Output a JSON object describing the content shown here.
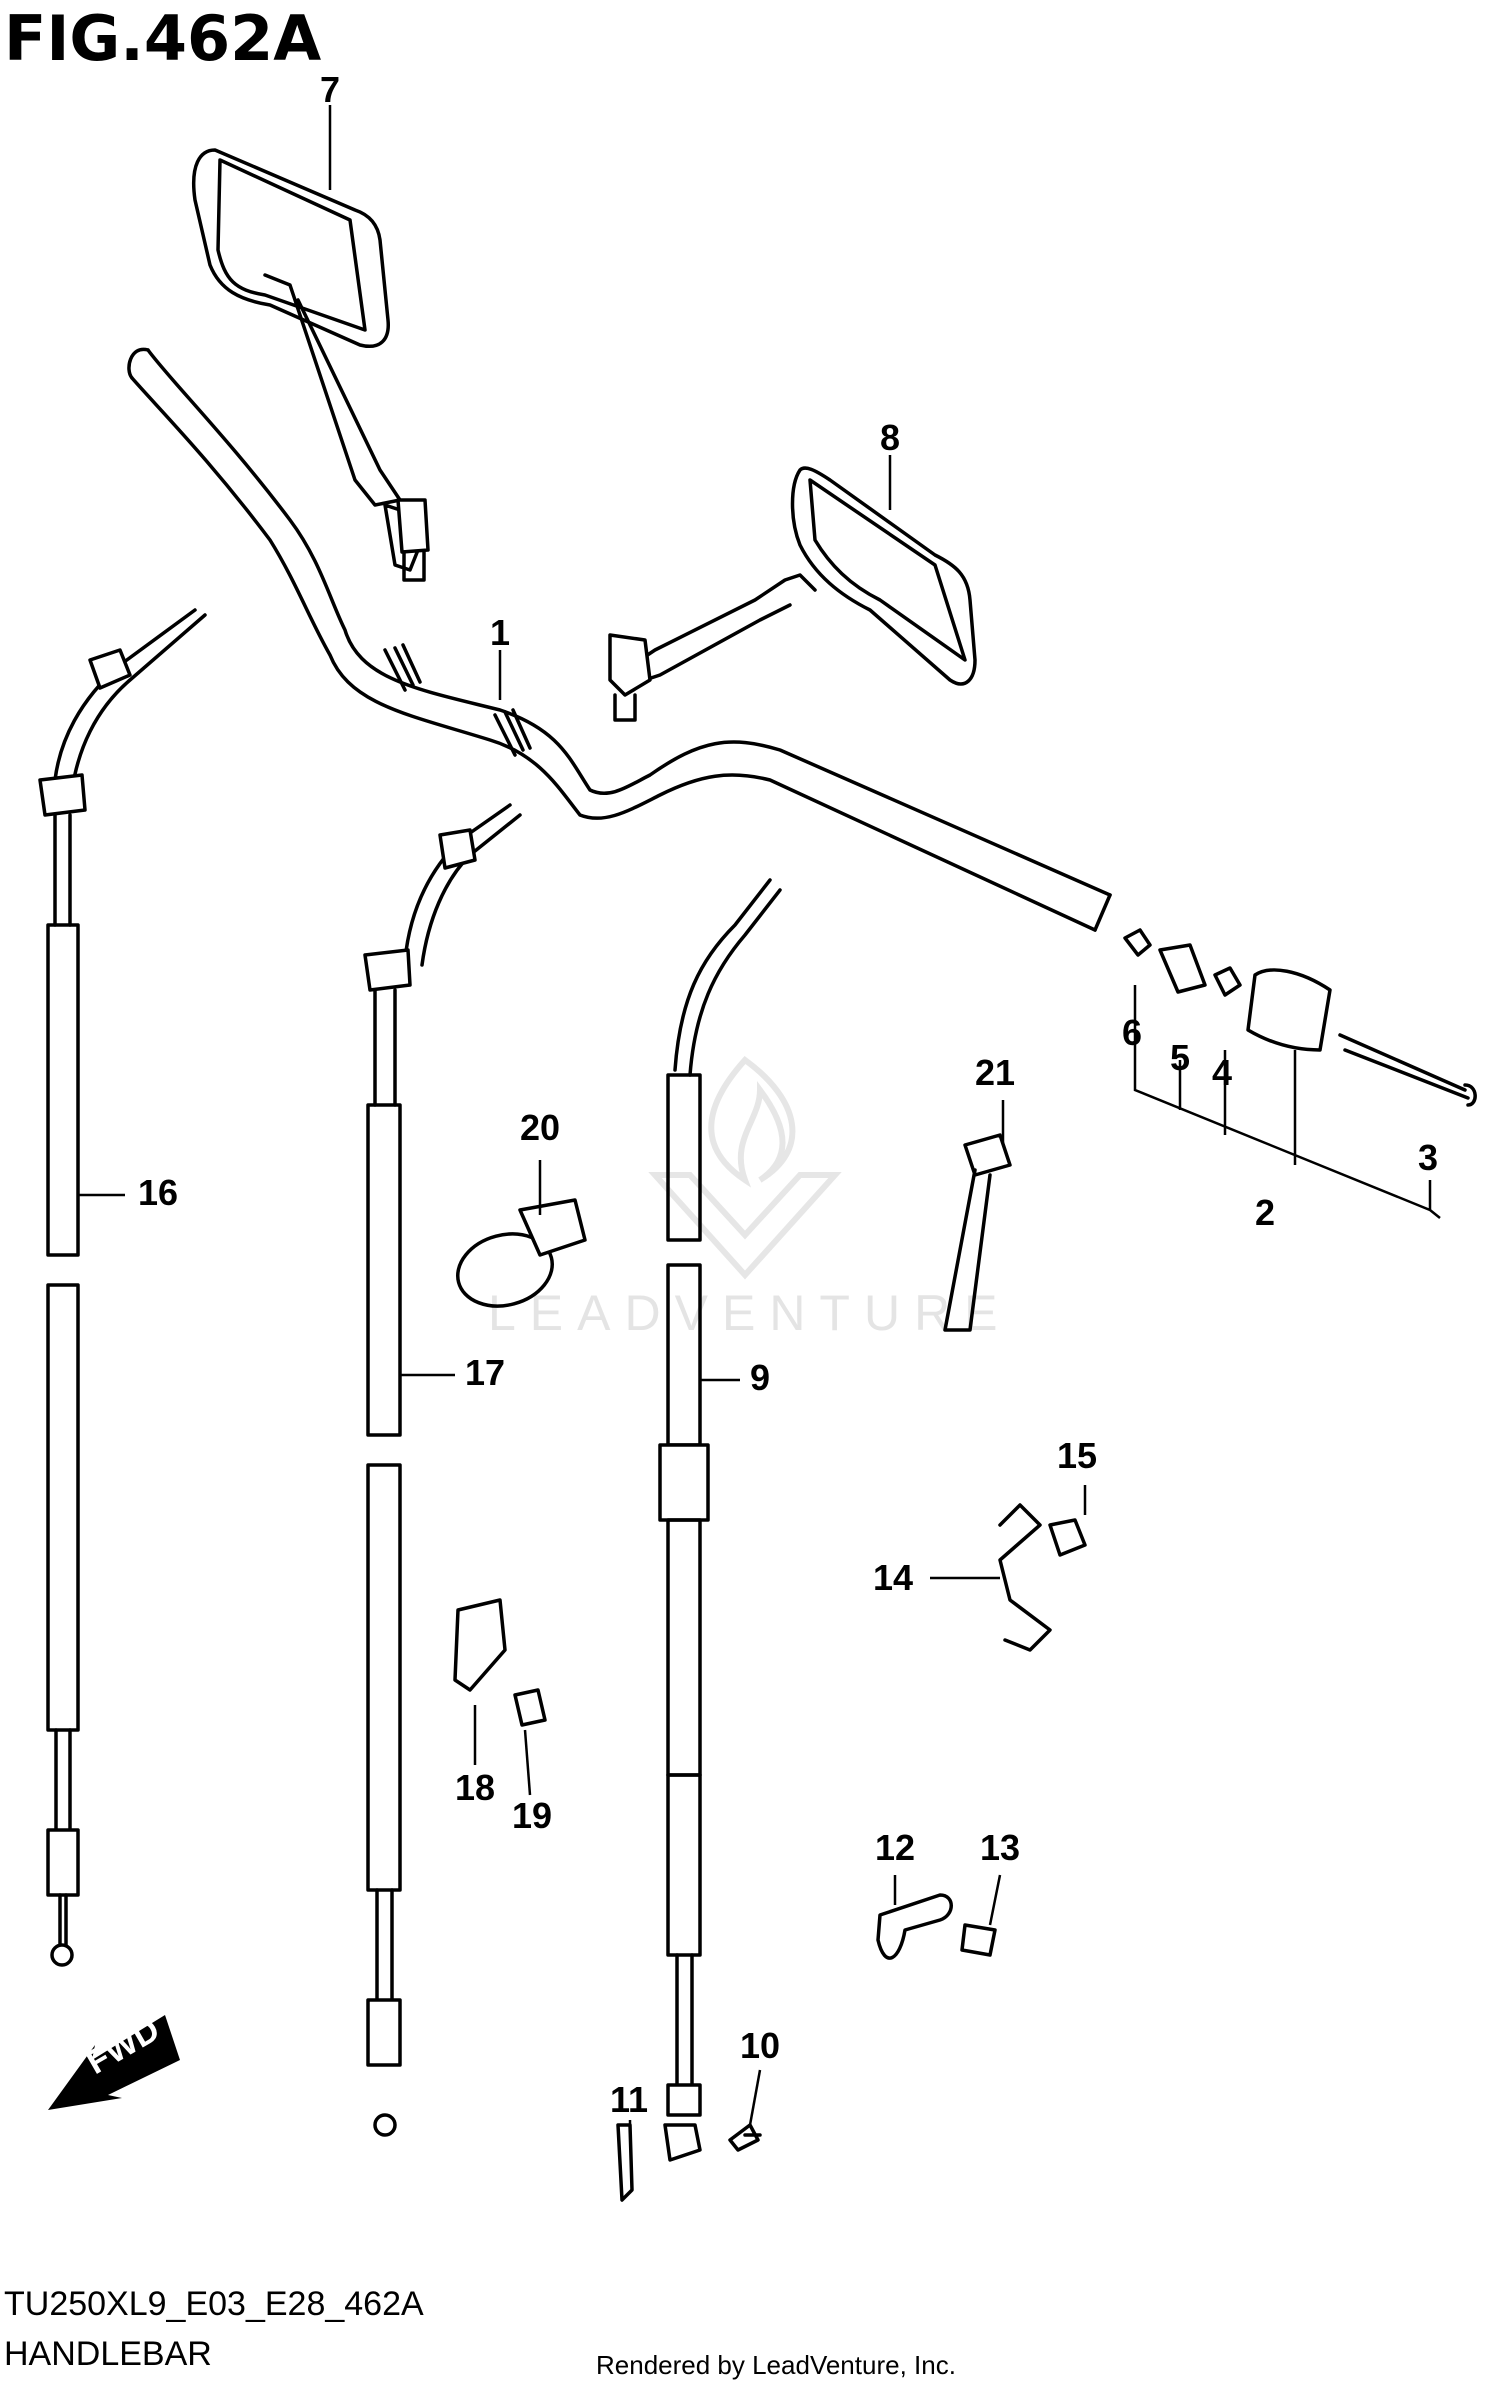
{
  "figure": {
    "title": "FIG.462A",
    "model_code": "TU250XL9_E03_E28_462A",
    "section": "HANDLEBAR",
    "credit": "Rendered by LeadVenture, Inc."
  },
  "watermark": {
    "text": "LEADVENTURE"
  },
  "fwd_label": "FWD",
  "callouts": [
    "1",
    "2",
    "3",
    "4",
    "5",
    "6",
    "7",
    "8",
    "9",
    "10",
    "11",
    "12",
    "13",
    "14",
    "15",
    "16",
    "17",
    "18",
    "19",
    "20",
    "21"
  ]
}
